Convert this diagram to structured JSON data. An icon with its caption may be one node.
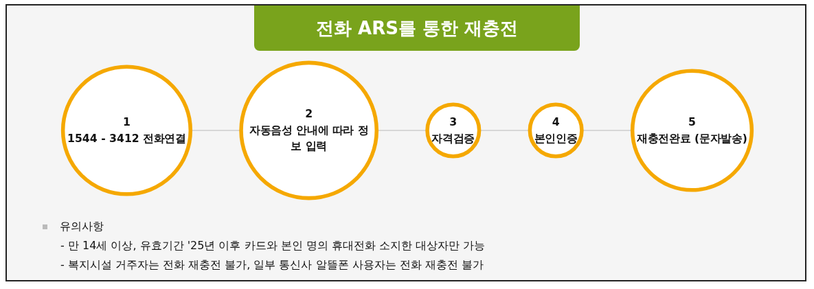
{
  "diagram": {
    "title": "전화 ARS를 통한 재충전",
    "nodes": [
      {
        "text": [
          "1",
          "1544 - 3412 전화연결"
        ]
      },
      {
        "text": [
          "2",
          "자동음성 안내에 따라 정보 입력"
        ]
      },
      {
        "text": [
          "3",
          "자격검증"
        ]
      },
      {
        "text": [
          "4",
          "본인인증"
        ]
      },
      {
        "text": [
          "5",
          "재충전완료 (문자발송)"
        ]
      }
    ],
    "edges": [
      {
        "from": 0,
        "to": 1,
        "arrow": "none"
      },
      {
        "from": 1,
        "to": 2,
        "arrow": "none"
      },
      {
        "from": 2,
        "to": 3,
        "arrow": "none"
      },
      {
        "from": 3,
        "to": 4,
        "arrow": "none"
      }
    ],
    "labels": [
      "유의사항",
      "- 만 14세 이상, 유효기간 '25년 이후 카드와 본인 명의 휴대전화 소지한 대상자만 가능",
      "- 복지시설 거주자는 전화 재충전 불가, 일부 통신사 알뜰폰 사용자는 전화 재충전 불가"
    ]
  }
}
